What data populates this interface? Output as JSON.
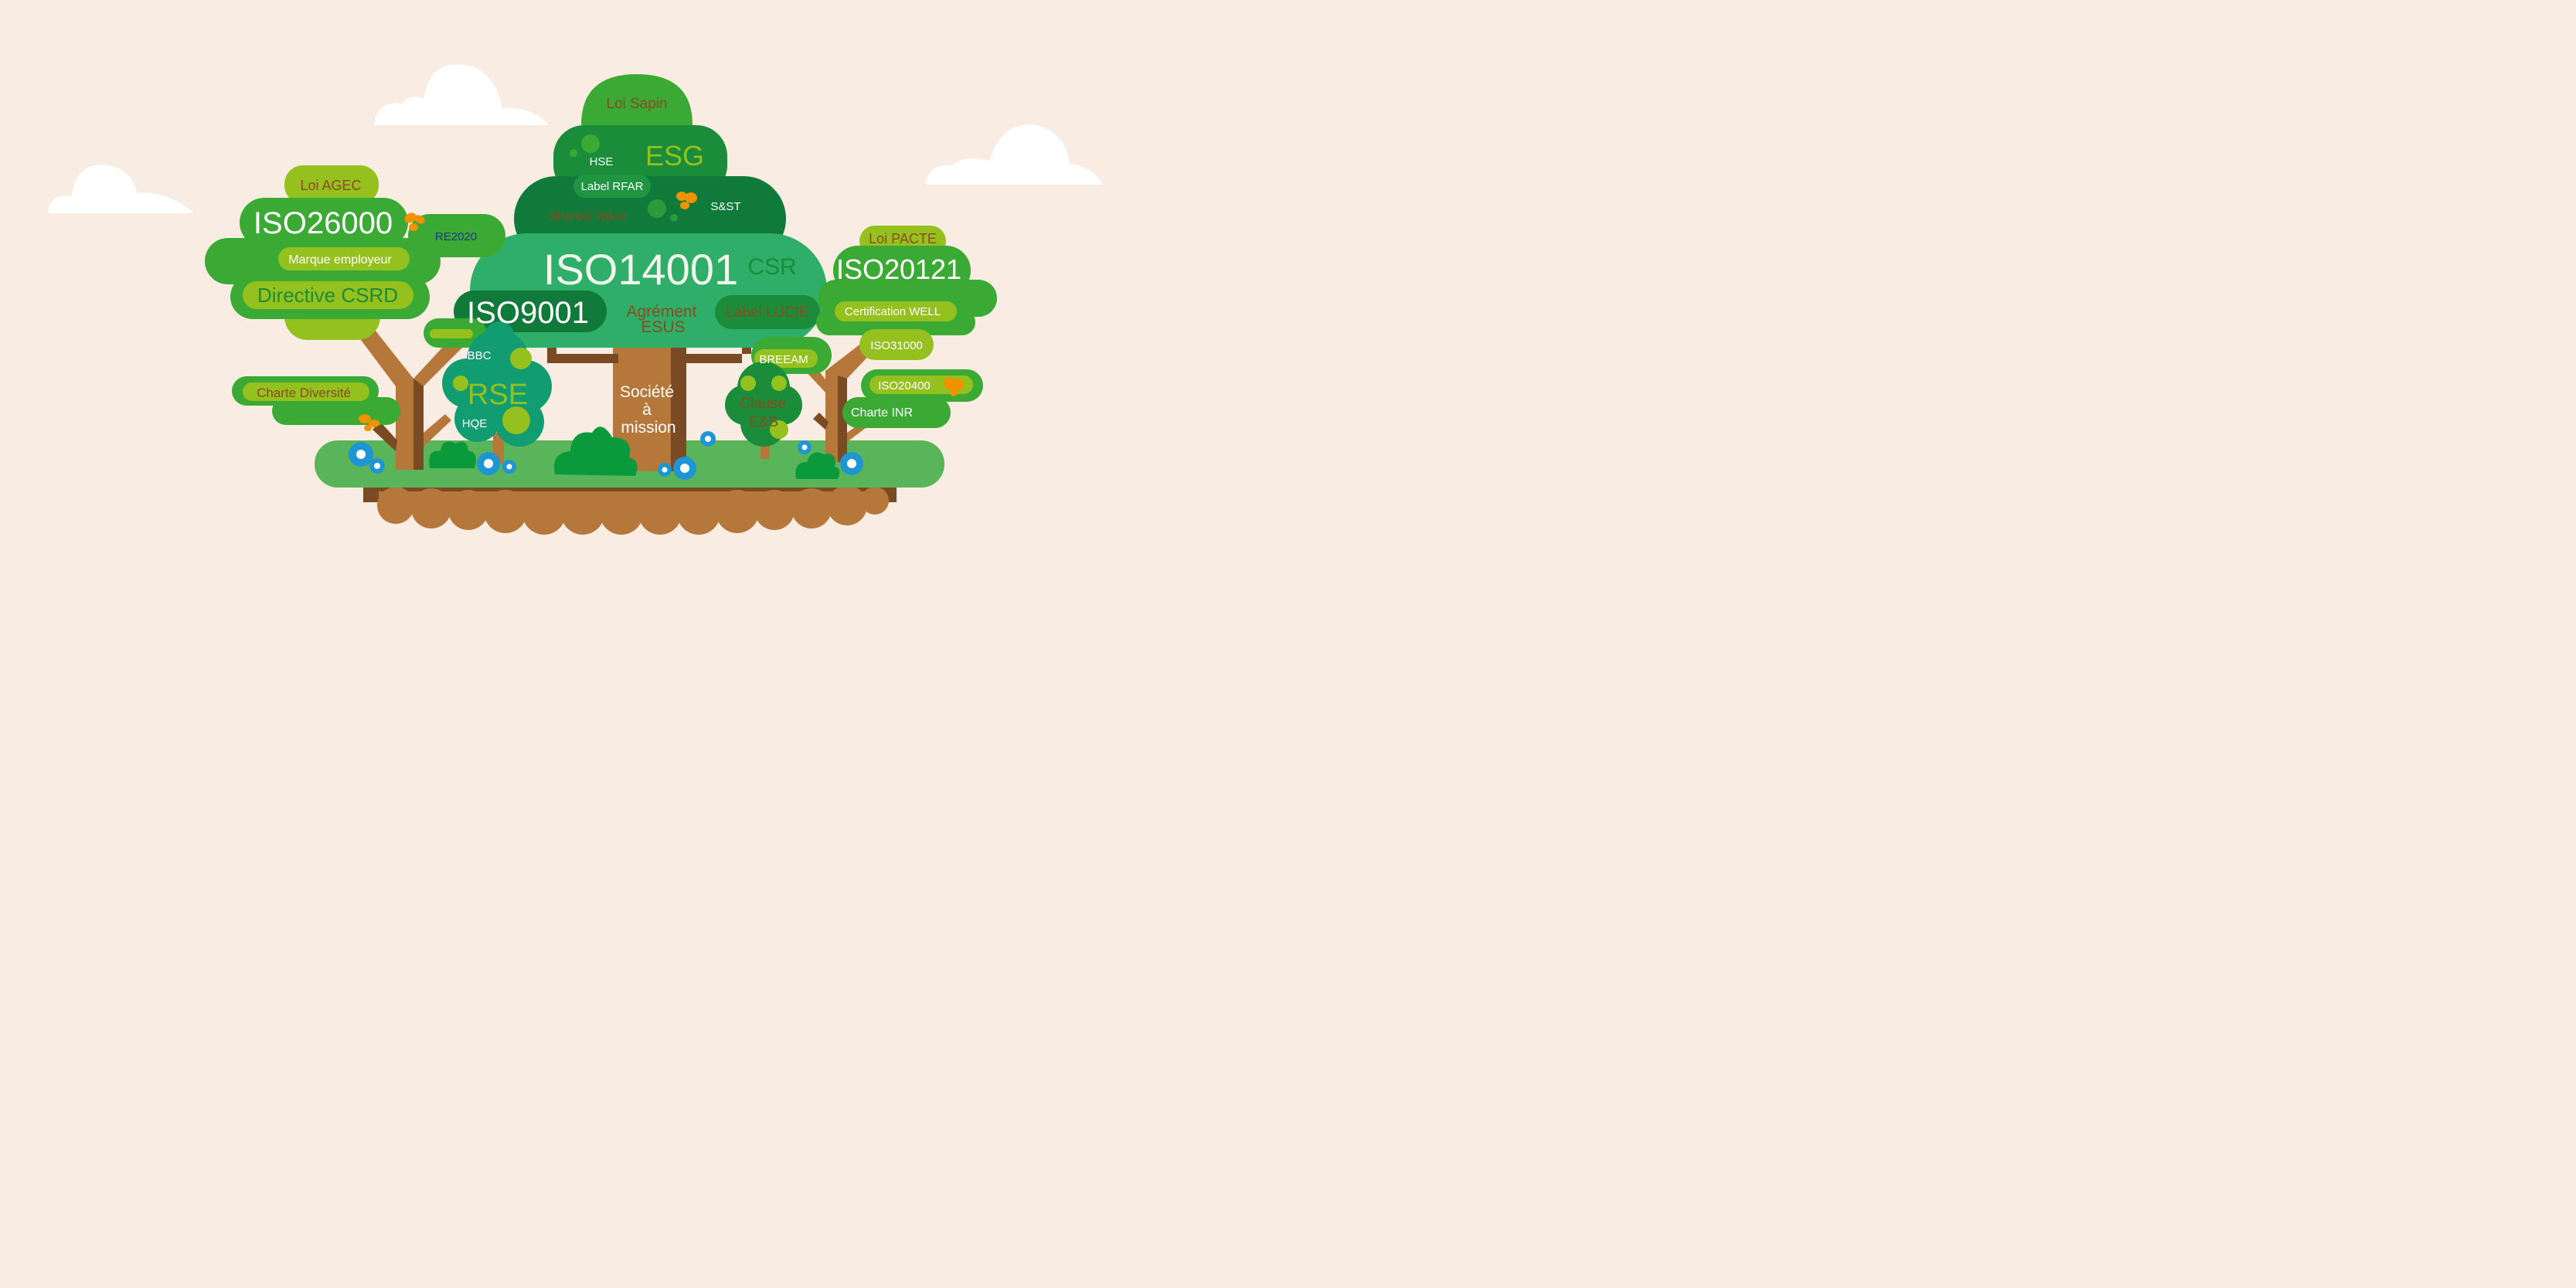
{
  "colors": {
    "background": "#f9ece2",
    "cloud": "#ffffff",
    "leaf_light": "#95c11f",
    "leaf_green": "#3aaa35",
    "leaf_dark": "#1a8c3a",
    "leaf_darker": "#0f7a3a",
    "canopy_teal": "#2fae69",
    "teal": "#129c72",
    "trunk": "#b5773a",
    "trunk_dark": "#7a4a22",
    "ground_green": "#5ab55a",
    "soil": "#b5773a",
    "text_brown": "#8a4b1f",
    "text_navy": "#27348b",
    "butterfly": "#f39200",
    "flower": "#1d96d3"
  },
  "labels": {
    "loi_sapin": "Loi Sapin",
    "esg": "ESG",
    "hse": "HSE",
    "label_rfar": "Label RFAR",
    "shared_value": "Shared Value",
    "s_st": "S&ST",
    "iso14001": "ISO14001",
    "csr": "CSR",
    "iso9001": "ISO9001",
    "agrement": "Agrément",
    "esus": "ESUS",
    "label_lucie": "Label LUCIE",
    "loi_agec": "Loi AGEC",
    "iso26000": "ISO26000",
    "re2020": "RE2020",
    "marque_employeur": "Marque employeur",
    "directive_csrd": "Directive CSRD",
    "charte_diversite": "Charte Diversité",
    "bbc": "BBC",
    "rse": "RSE",
    "hqe": "HQE",
    "societe": "Société",
    "a": "à",
    "mission": "mission",
    "breeam": "BREEAM",
    "clause": "Clause",
    "es": "E&S",
    "loi_pacte": "Loi PACTE",
    "iso20121": "ISO20121",
    "certification_well": "Certification WELL",
    "iso31000": "ISO31000",
    "iso20400": "ISO20400",
    "charte_inr": "Charte INR"
  }
}
